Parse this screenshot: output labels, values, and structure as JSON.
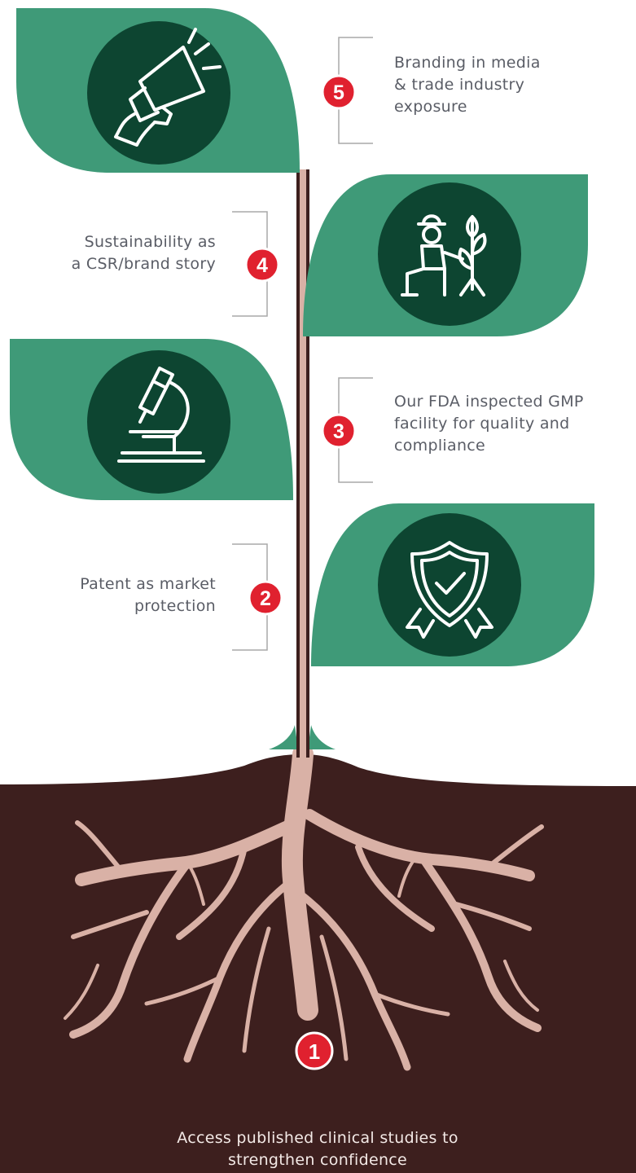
{
  "colors": {
    "leaf": "#3f9a78",
    "leaf_dark": "#0d4531",
    "soil": "#3d1f1e",
    "root": "#d9b1a6",
    "stem_outline": "#3d1f1e",
    "badge": "#e0212f",
    "bracket": "#a9a9a9",
    "label_text": "#5a5d66"
  },
  "steps": [
    {
      "number": "1",
      "lines": [
        "Access published clinical studies to",
        "strengthen confidence"
      ],
      "icon": "roots-icon"
    },
    {
      "number": "2",
      "lines": [
        "Patent as market",
        "protection"
      ],
      "icon": "shield-check-icon"
    },
    {
      "number": "3",
      "lines": [
        "Our FDA inspected GMP",
        "facility for quality and",
        "compliance"
      ],
      "icon": "microscope-icon"
    },
    {
      "number": "4",
      "lines": [
        "Sustainability as",
        "a CSR/brand story"
      ],
      "icon": "farmer-plant-icon"
    },
    {
      "number": "5",
      "lines": [
        "Branding in media",
        "& trade industry",
        "exposure"
      ],
      "icon": "megaphone-icon"
    }
  ]
}
